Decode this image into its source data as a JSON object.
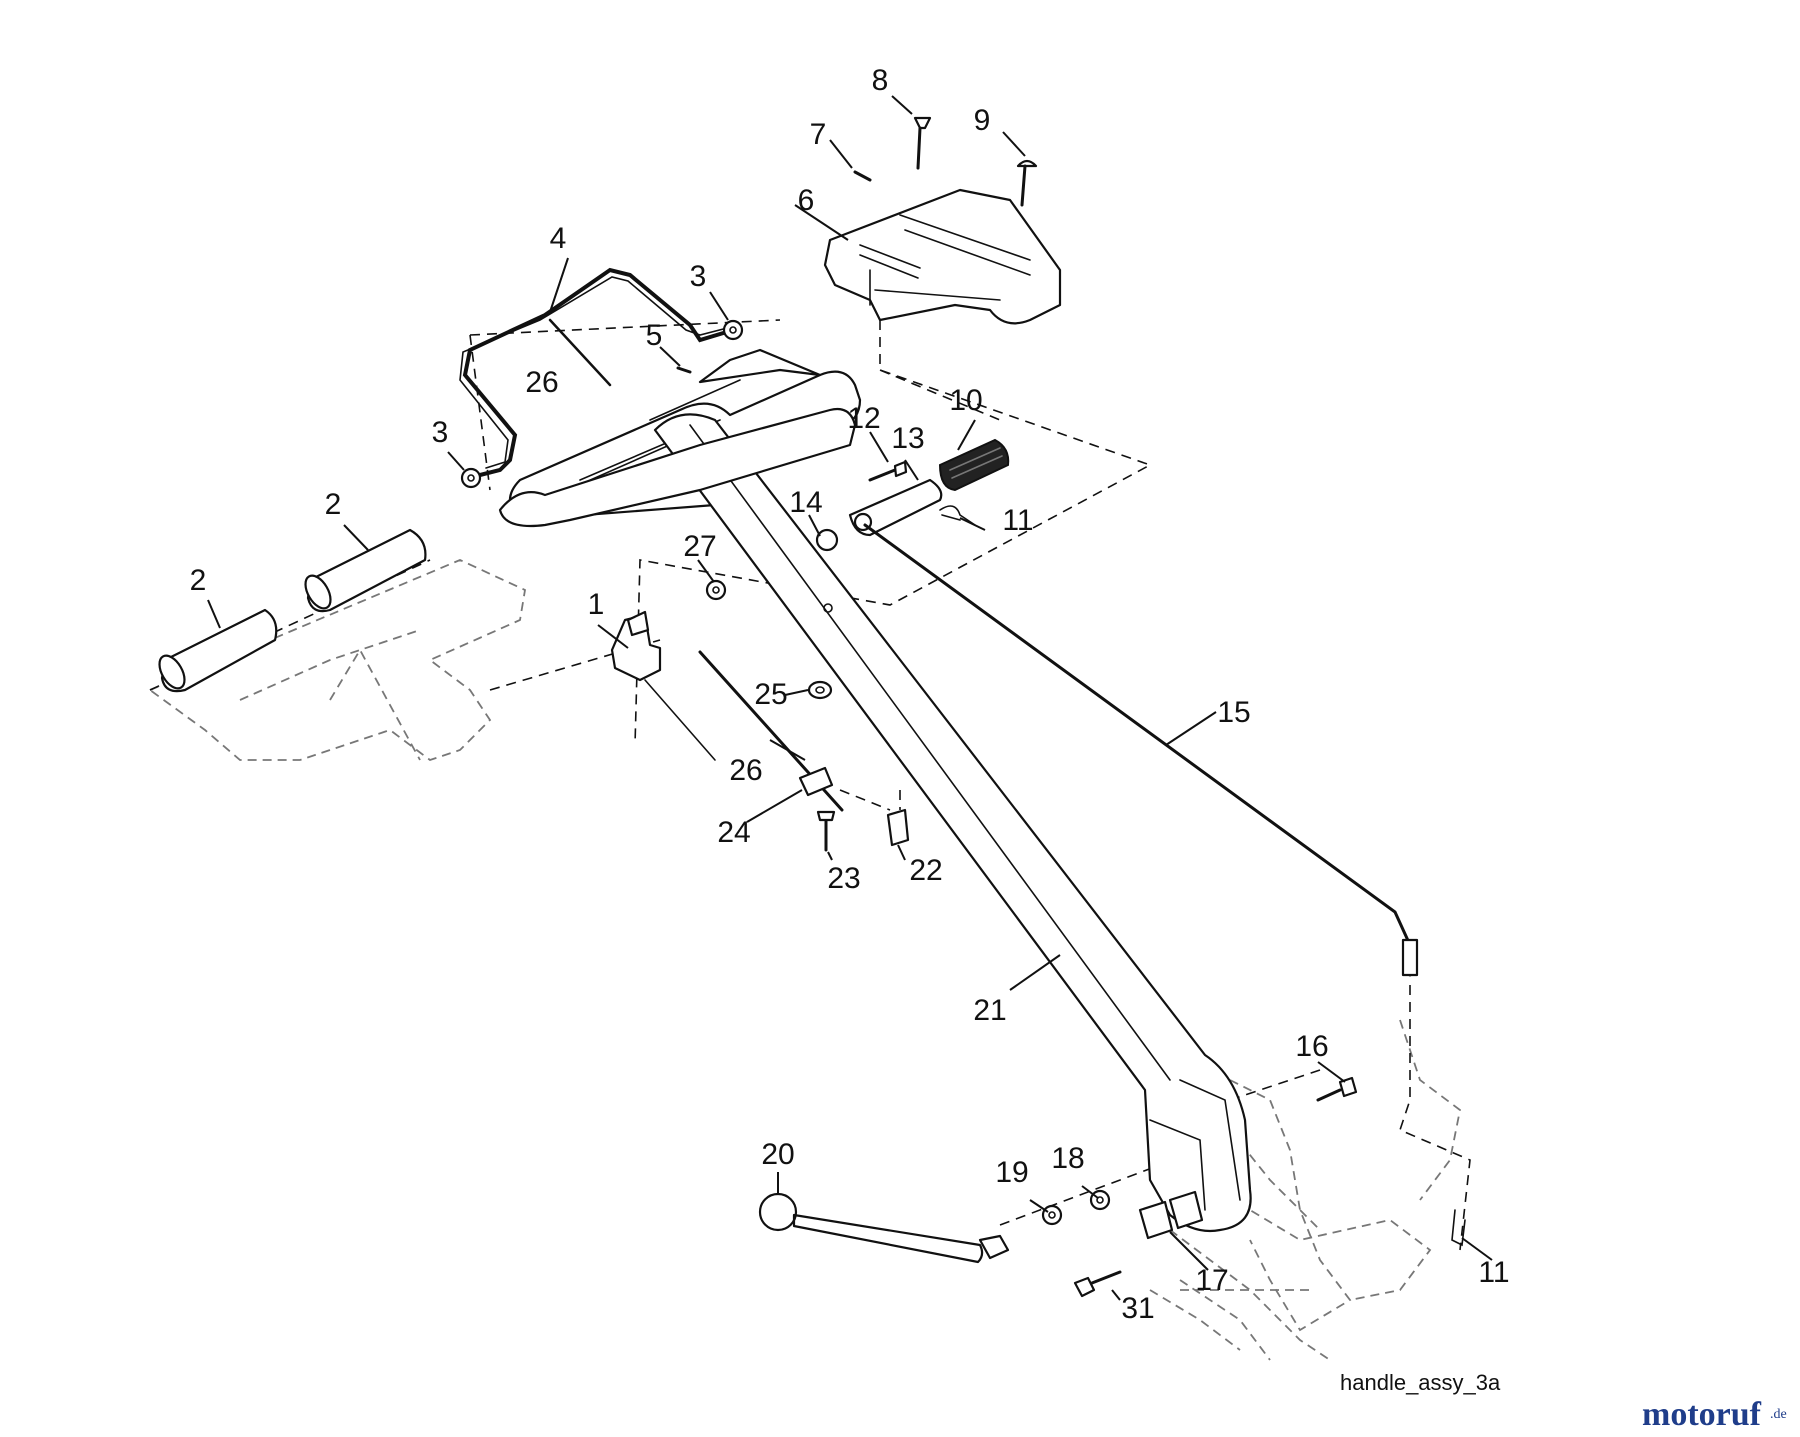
{
  "diagram": {
    "caption": "handle_assy_3a",
    "watermark": {
      "main": "motoruf",
      "suffix": ".de",
      "colors": {
        "primary": "#1f3d8a",
        "accent": "#e8761a"
      }
    },
    "callouts": {
      "c1": "1",
      "c2a": "2",
      "c2b": "2",
      "c3a": "3",
      "c3b": "3",
      "c4": "4",
      "c5": "5",
      "c6": "6",
      "c7": "7",
      "c8": "8",
      "c9": "9",
      "c10": "10",
      "c11a": "11",
      "c11b": "11",
      "c12": "12",
      "c13": "13",
      "c14": "14",
      "c15": "15",
      "c16": "16",
      "c17": "17",
      "c18": "18",
      "c19": "19",
      "c20": "20",
      "c21": "21",
      "c22": "22",
      "c23": "23",
      "c24": "24",
      "c25": "25",
      "c26a": "26",
      "c26b": "26",
      "c27": "27",
      "c31": "31"
    }
  }
}
